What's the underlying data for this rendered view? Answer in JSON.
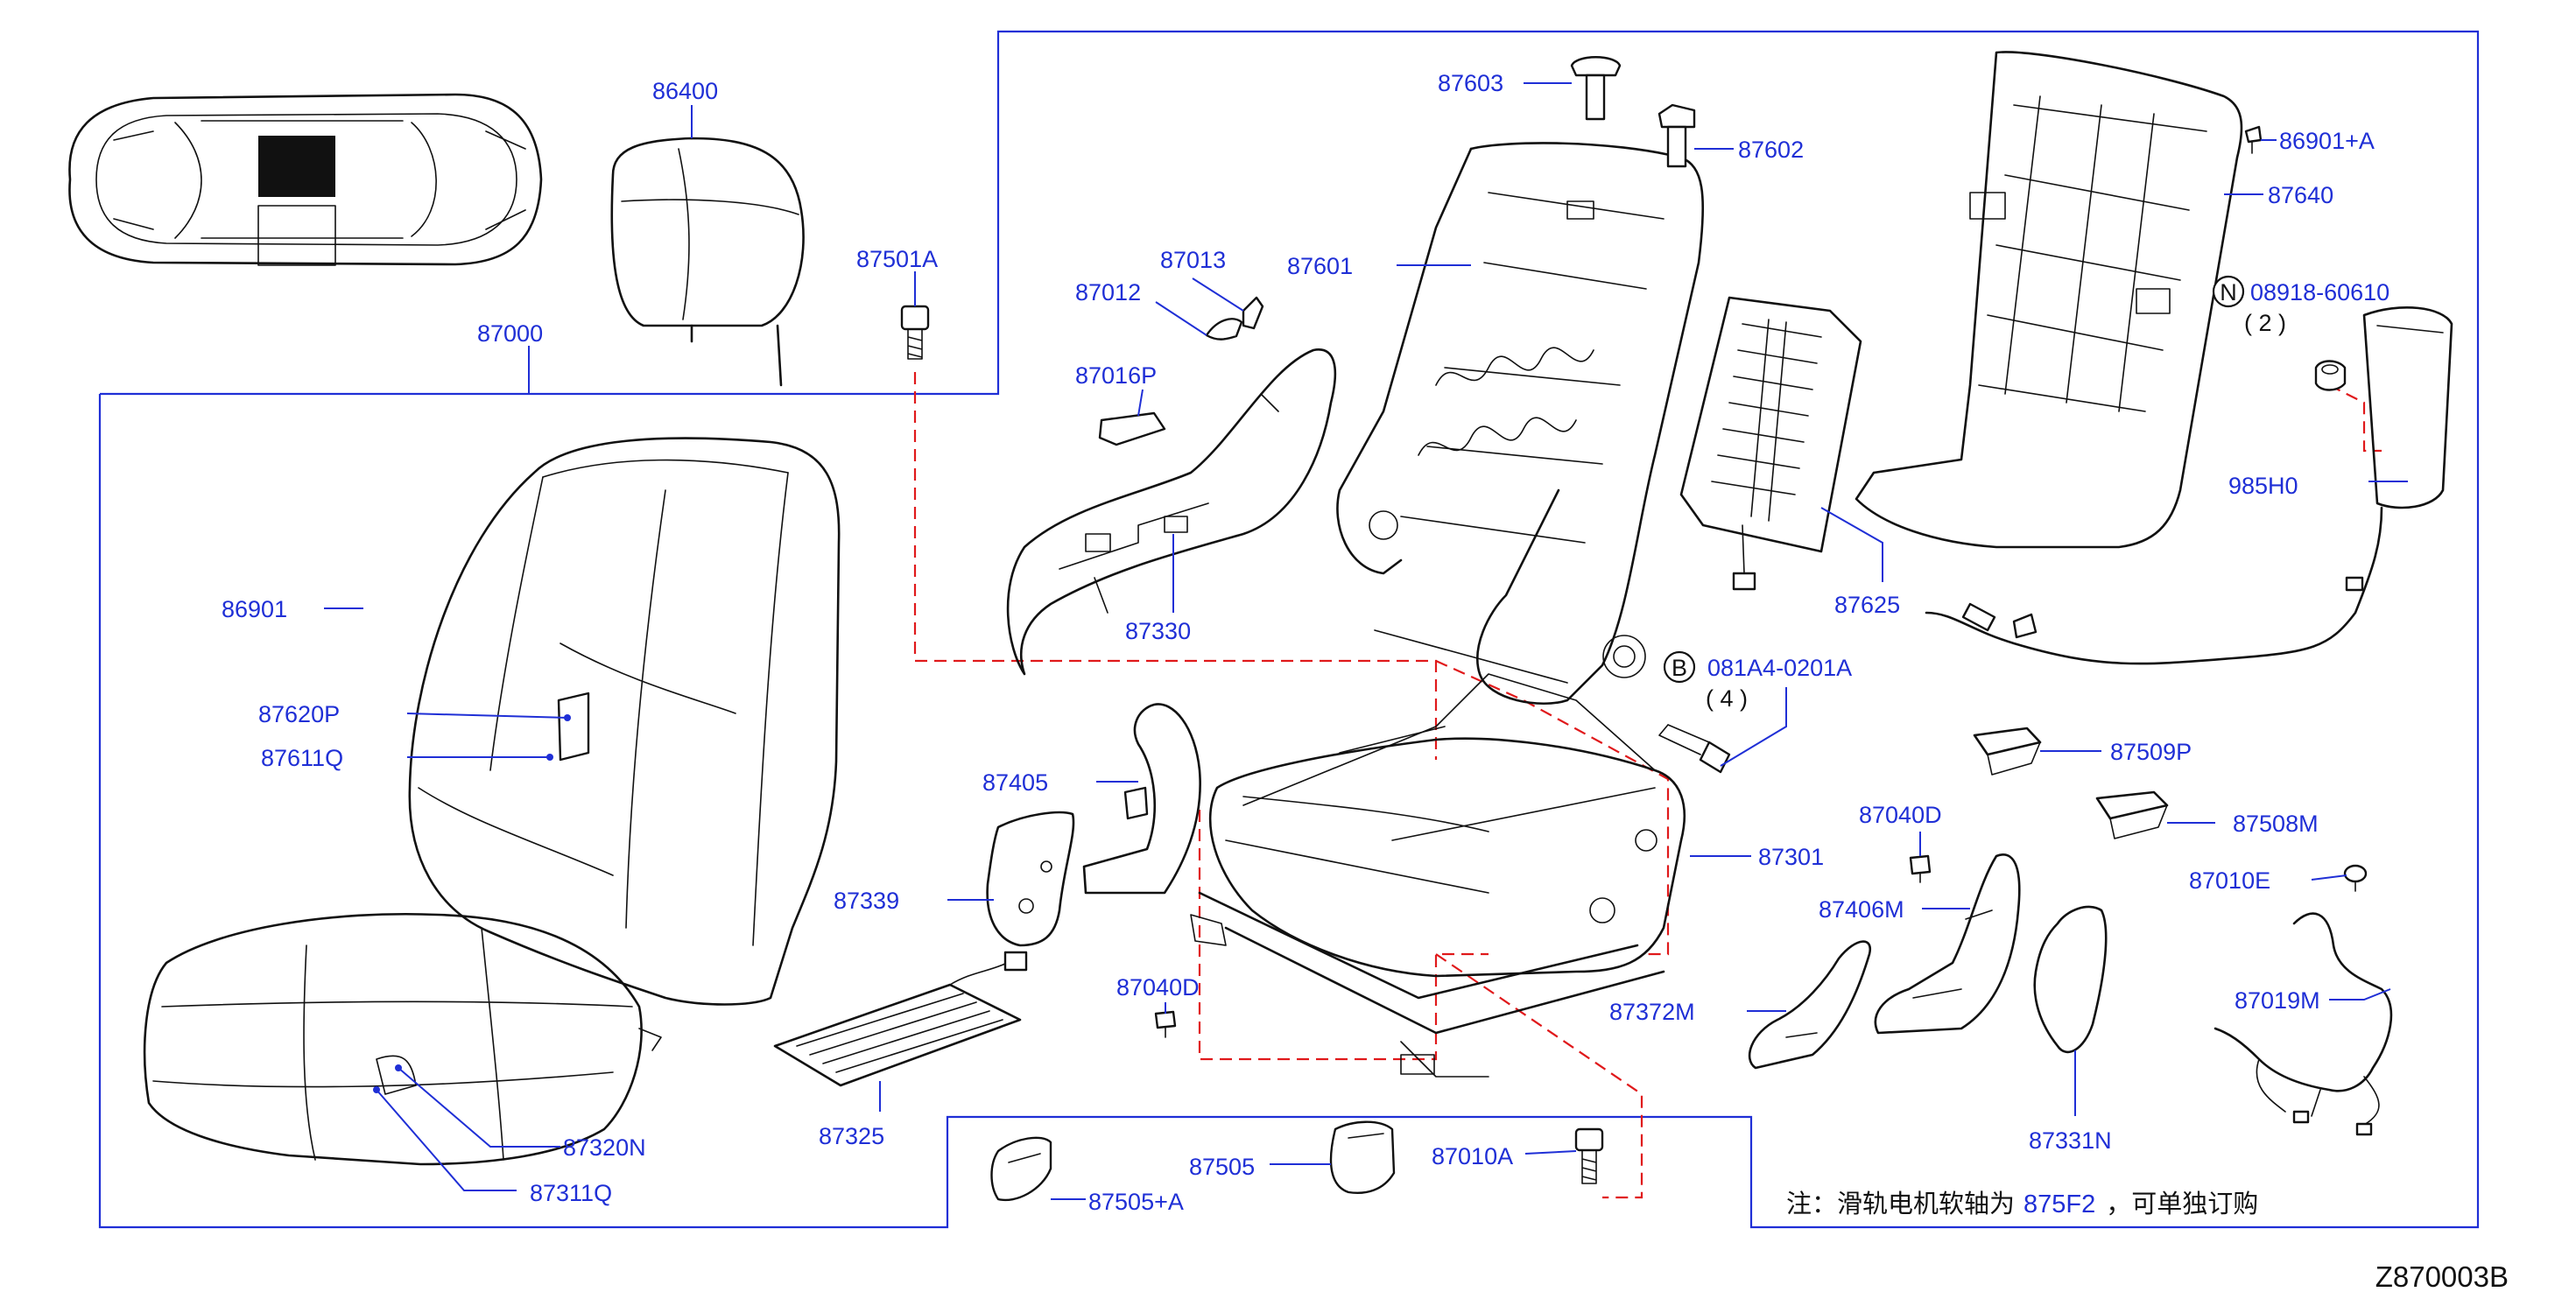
{
  "labels": {
    "p86400": "86400",
    "p87000": "87000",
    "p87501A": "87501A",
    "p87603": "87603",
    "p87602": "87602",
    "p86901A": "86901+A",
    "p87640": "87640",
    "p08918": "08918-60610",
    "p08918_qty": "( 2 )",
    "p985H0": "985H0",
    "p87013": "87013",
    "p87012": "87012",
    "p87601": "87601",
    "p87016P": "87016P",
    "p87625": "87625",
    "p86901": "86901",
    "p87330": "87330",
    "p081A4": "081A4-0201A",
    "p081A4_qty": "( 4 )",
    "p87620P": "87620P",
    "p87611Q": "87611Q",
    "p87405": "87405",
    "p87509P": "87509P",
    "p87040D_r": "87040D",
    "p87508M": "87508M",
    "p87301": "87301",
    "p87339": "87339",
    "p87010E": "87010E",
    "p87406M": "87406M",
    "p87040D": "87040D",
    "p87019M": "87019M",
    "p87372M": "87372M",
    "p87325": "87325",
    "p87320N": "87320N",
    "p87331N": "87331N",
    "p87311Q": "87311Q",
    "p87505": "87505",
    "p87010A": "87010A",
    "p87505A": "87505+A"
  },
  "markers": {
    "n": "N",
    "b": "B"
  },
  "note": {
    "prefix": "注：滑轨电机软轴为",
    "part": "875F2",
    "suffix": "，可单独订购"
  },
  "diagram_code": "Z870003B",
  "colors": {
    "label": "#1f2fd6",
    "dash": "#e0191b",
    "ink": "#111111"
  }
}
